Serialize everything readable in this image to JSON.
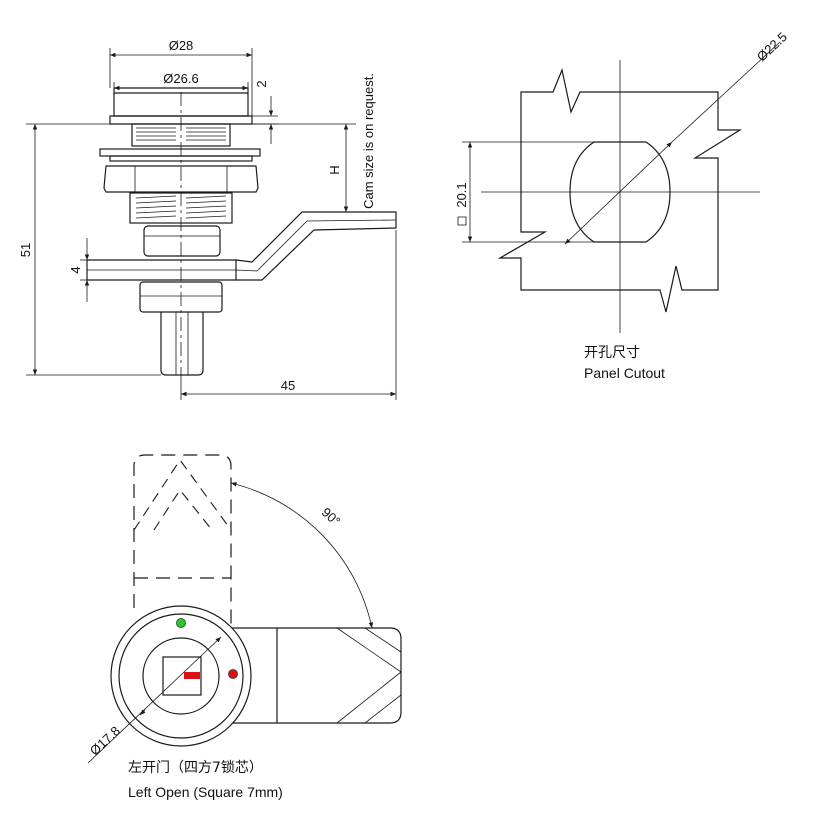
{
  "side_view": {
    "dim_outer_diameter": "Ø28",
    "dim_flange_diameter": "Ø26.6",
    "dim_flange_thickness": "2",
    "dim_cam_height": "H",
    "cam_note": "Cam size is on request.",
    "dim_total_length": "51",
    "dim_cam_thickness": "4",
    "dim_cam_length": "45"
  },
  "panel_cutout": {
    "dim_diagonal": "Ø22.5",
    "dim_flat": "20.1",
    "label_cn": "开孔尺寸",
    "label_en": "Panel Cutout"
  },
  "front_view": {
    "dim_rotation": "90°",
    "dim_face_diameter": "Ø17.8",
    "label_cn": "左开门（四方7锁芯）",
    "label_en": "Left Open (Square 7mm)",
    "marker_colors": {
      "open": "#22cc22",
      "lock": "#dd1111"
    }
  }
}
